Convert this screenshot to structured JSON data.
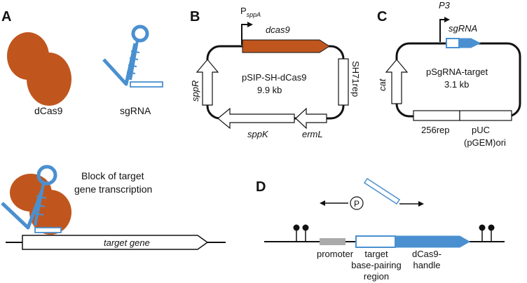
{
  "panels": {
    "a": "A",
    "b": "B",
    "c": "C",
    "d": "D"
  },
  "panel_a": {
    "dcas9_label": "dCas9",
    "sgrna_label": "sgRNA",
    "block_label_line1": "Block of target",
    "block_label_line2": "gene transcription",
    "target_gene": "target gene"
  },
  "panel_b": {
    "promoter_main": "P",
    "promoter_sub": "sppA",
    "gene_top": "dcas9",
    "plasmid_name": "pSIP-SH-dCas9",
    "plasmid_size": "9.9 kb",
    "rep": "SH71rep",
    "left_gene": "sppR",
    "bottom_left": "sppK",
    "bottom_right": "ermL"
  },
  "panel_c": {
    "promoter": "P3",
    "gene_top": "sgRNA",
    "plasmid_name": "pSgRNA-target",
    "plasmid_size": "3.1 kb",
    "left_gene": "cat",
    "rep1": "256rep",
    "rep2_line1": "pUC",
    "rep2_line2": "(pGEM)ori"
  },
  "panel_d": {
    "phospho": "P",
    "promoter": "promoter",
    "target_line1": "target",
    "target_line2": "base-pairing",
    "target_line3": "region",
    "handle_line1": "dCas9-",
    "handle_line2": "handle"
  },
  "colors": {
    "dcas9": "#c0561e",
    "sgrna": "#4a90d0",
    "promoter_gray": "#aaaaaa",
    "line": "#111111"
  }
}
